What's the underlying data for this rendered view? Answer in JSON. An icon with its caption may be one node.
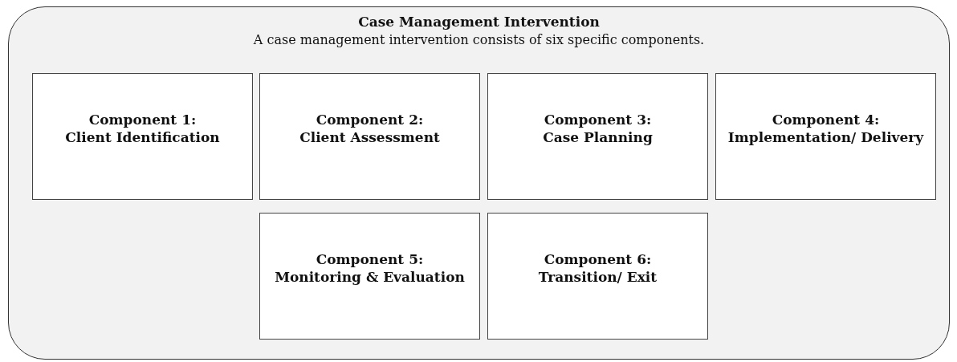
{
  "diagram": {
    "nodes": [
      {
        "text": [
          "Case Management Intervention",
          "A case management intervention consists of six specific components."
        ]
      },
      {
        "text": [
          "Component 1:",
          "Client Identification"
        ],
        "in": 0
      },
      {
        "text": [
          "Component 2:",
          "Client Assessment"
        ],
        "in": 0
      },
      {
        "text": [
          "Component 3:",
          "Case Planning"
        ],
        "in": 0
      },
      {
        "text": [
          "Component 4:",
          "Implementation/ Delivery"
        ],
        "in": 0
      },
      {
        "text": [
          "Component 5:",
          "Monitoring & Evaluation"
        ],
        "in": 0
      },
      {
        "text": [
          "Component 6:",
          "Transition/ Exit"
        ],
        "in": 0
      }
    ]
  }
}
